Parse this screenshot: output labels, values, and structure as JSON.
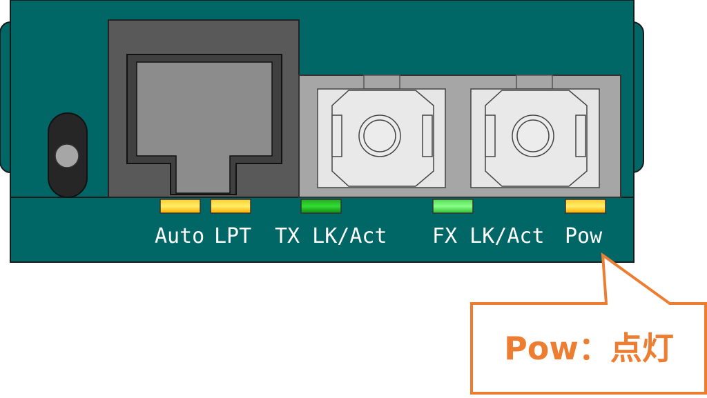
{
  "device": {
    "body_color": "#006666",
    "port_area_color": "#595959",
    "fiber_area_color": "#a6a6a6"
  },
  "leds": [
    {
      "id": "auto",
      "label": "Auto",
      "color": "#ffc000",
      "state": "on"
    },
    {
      "id": "lpt",
      "label": "LPT",
      "color": "#ffc000",
      "state": "on"
    },
    {
      "id": "tx",
      "label": "TX LK/Act",
      "color": "#00b050",
      "state": "on"
    },
    {
      "id": "fx",
      "label": "FX LK/Act",
      "color": "#00b050",
      "state": "on"
    },
    {
      "id": "pow",
      "label": "Pow",
      "color": "#ffc000",
      "state": "on"
    }
  ],
  "callout": {
    "text": "Pow：点灯",
    "color": "#ed7d31"
  }
}
